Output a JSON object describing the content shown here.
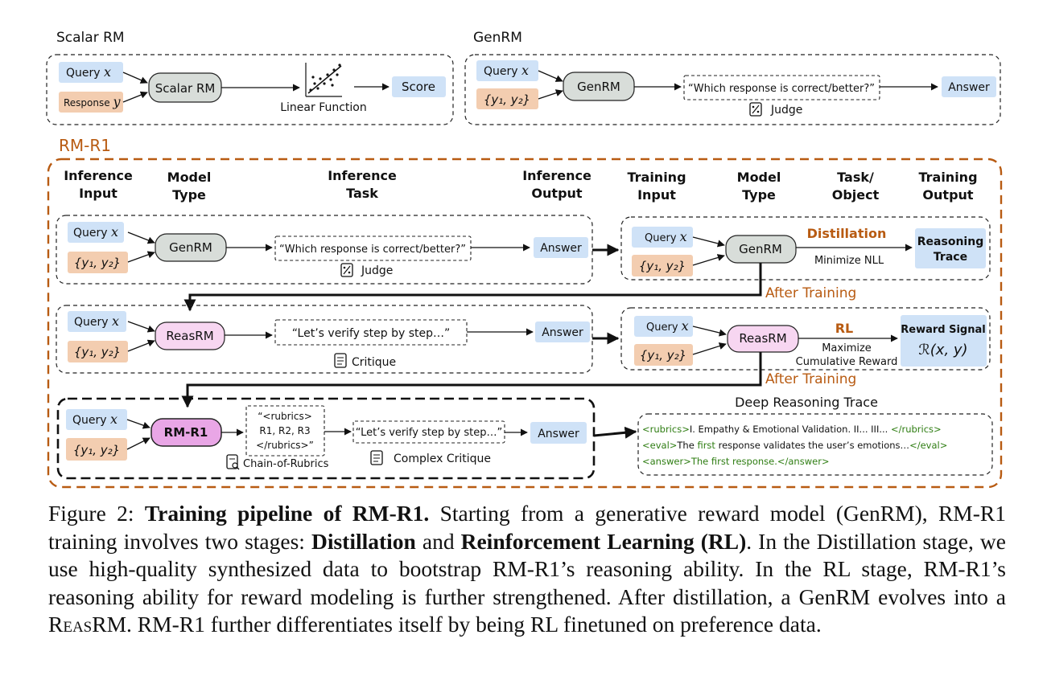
{
  "top": {
    "scalar": {
      "title": "Scalar RM",
      "query": "Query",
      "response": "Response",
      "model": "Scalar RM",
      "func_label": "Linear Function",
      "output": "Score"
    },
    "genrm": {
      "title": "GenRM",
      "query": "Query",
      "pair": "{y₁, y₂}",
      "model": "GenRM",
      "prompt": "“Which response is correct/better?”",
      "judge": "Judge",
      "output": "Answer"
    }
  },
  "rmr1": {
    "title": "RM-R1",
    "headers": {
      "inference_input": [
        "Inference",
        "Input"
      ],
      "model_type": [
        "Model",
        "Type"
      ],
      "inference_task": [
        "Inference",
        "Task"
      ],
      "inference_output": [
        "Inference",
        "Output"
      ],
      "training_input": [
        "Training",
        "Input"
      ],
      "model_type2": [
        "Model",
        "Type"
      ],
      "task_object": [
        "Task/",
        "Object"
      ],
      "training_output": [
        "Training",
        "Output"
      ]
    },
    "row1": {
      "query": "Query",
      "pair": "{y₁, y₂}",
      "model": "GenRM",
      "prompt": "“Which response is correct/better?”",
      "task": "Judge",
      "output": "Answer",
      "train_query": "Query",
      "train_pair": "{y₁, y₂}",
      "train_model": "GenRM",
      "stage": "Distillation",
      "objective": "Minimize NLL",
      "train_output": [
        "Reasoning",
        "Trace"
      ],
      "after": "After Training"
    },
    "row2": {
      "query": "Query",
      "pair": "{y₁, y₂}",
      "model": "ReasRM",
      "prompt": "“Let’s verify step by step…”",
      "task": "Critique",
      "output": "Answer",
      "train_query": "Query",
      "train_pair": "{y₁, y₂}",
      "train_model": "ReasRM",
      "stage": "RL",
      "objective": [
        "Maximize",
        "Cumulative Reward"
      ],
      "train_output": "Reward Signal",
      "reward_formula": "ℛ(x, y)",
      "after": "After Training"
    },
    "row3": {
      "query": "Query",
      "pair": "{y₁, y₂}",
      "model": "RM-R1",
      "rubrics": [
        "“<rubrics>",
        "R1, R2, R3",
        "</rubrics>”"
      ],
      "rubrics_label": "Chain-of-Rubrics",
      "prompt": "“Let’s verify step by step…”",
      "task": "Complex Critique",
      "output": "Answer",
      "trace_title": "Deep Reasoning Trace",
      "trace": [
        {
          "open": "<rubrics>",
          "text": "I. Empathy & Emotional Validation.  II...  III...  ",
          "close": "</rubrics>"
        },
        {
          "open": "<eval>",
          "text_a": "The ",
          "hl": "first",
          "text_b": " response validates the user’s emotions…",
          "close": "</eval>"
        },
        {
          "open": "<answer>",
          "text": "The first response.",
          "close": "</answer>"
        }
      ]
    }
  },
  "caption": {
    "label": "Figure 2:",
    "bold_title": "Training pipeline of RM-R1.",
    "s1": " Starting from a generative reward model (GenRM), RM-R1 training involves two stages: ",
    "b1": "Distillation",
    "s2": " and ",
    "b2": "Reinforcement Learning (RL)",
    "s3": ". In the Distillation stage, we use high-quality synthesized data to bootstrap RM-R1’s reasoning ability. In the RL stage, RM-R1’s reasoning ability for reward modeling is further strengthened. After distillation, a GenRM evolves into a ",
    "sc": "ReasRM",
    "s4": ". RM-R1 further differentiates itself by being RL finetuned on preference data."
  },
  "colors": {
    "blue": "#cfe2f7",
    "peach": "#f3cdb0",
    "gray": "#d8ddd9",
    "pink": "#f7d6f1",
    "magenta": "#e9a6e6",
    "orange": "#b85b12",
    "green": "#2e7d12"
  }
}
